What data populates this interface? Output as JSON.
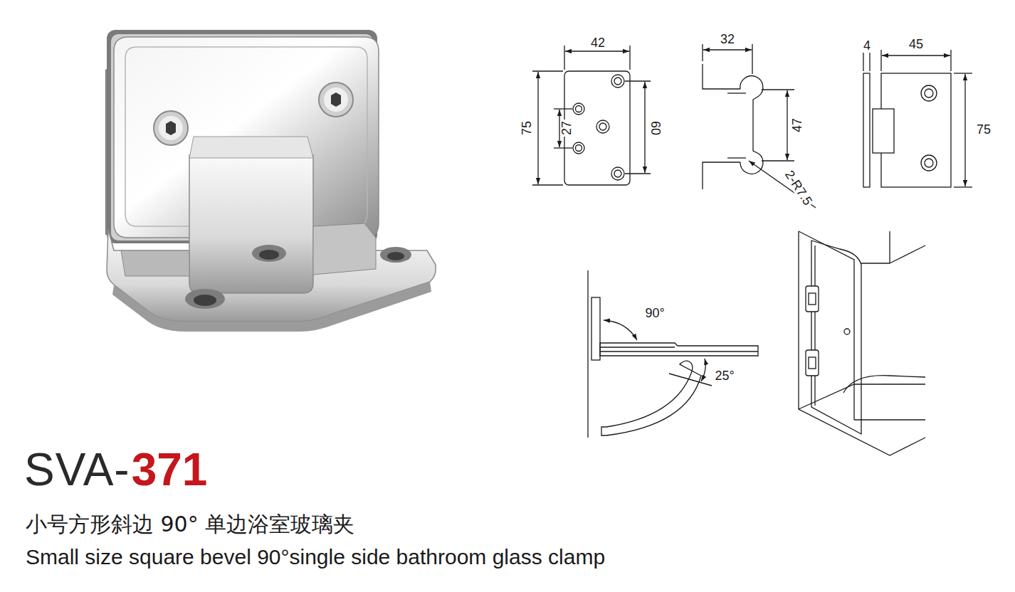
{
  "diagram": {
    "title": "小号方形斜边 90° 单边浴室玻璃夹",
    "caption": "Small size square bevel 90°single side bathroom glass clamp",
    "labels": [
      "42",
      "75",
      "27",
      "60",
      "32",
      "47",
      "2-R7.5",
      "4",
      "45",
      "75",
      "90°",
      "25°",
      "SVA-",
      "371"
    ]
  }
}
